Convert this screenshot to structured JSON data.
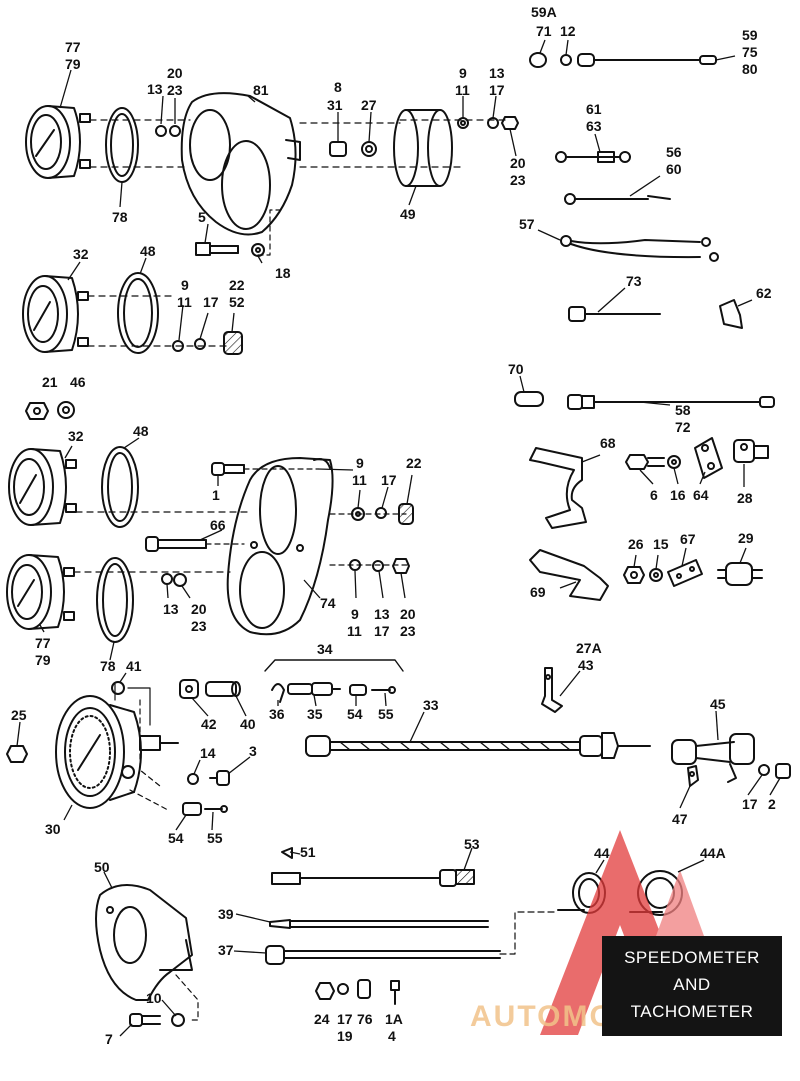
{
  "title": {
    "line1": "SPEEDOMETER",
    "line2": "AND",
    "line3": "TACHOMETER"
  },
  "watermark": {
    "text": "AUTOMOTO.UB"
  },
  "colors": {
    "line": "#111111",
    "title_bg": "#141414",
    "title_text": "#ffffff",
    "logo": "#e23b3b",
    "watermark": "#f2c38a"
  },
  "labels": [
    {
      "key": "l59A",
      "text": "59A"
    },
    {
      "key": "l71",
      "text": "71"
    },
    {
      "key": "l12a",
      "text": "12"
    },
    {
      "key": "l59",
      "text": "59"
    },
    {
      "key": "l75",
      "text": "75"
    },
    {
      "key": "l80",
      "text": "80"
    },
    {
      "key": "l77a",
      "text": "77"
    },
    {
      "key": "l79a",
      "text": "79"
    },
    {
      "key": "l13a",
      "text": "13"
    },
    {
      "key": "l20a",
      "text": "20"
    },
    {
      "key": "l23a",
      "text": "23"
    },
    {
      "key": "l81",
      "text": "81"
    },
    {
      "key": "l8",
      "text": "8"
    },
    {
      "key": "l31",
      "text": "31"
    },
    {
      "key": "l27",
      "text": "27"
    },
    {
      "key": "l9a",
      "text": "9"
    },
    {
      "key": "l11a",
      "text": "11"
    },
    {
      "key": "l13b",
      "text": "13"
    },
    {
      "key": "l17a",
      "text": "17"
    },
    {
      "key": "l20b",
      "text": "20"
    },
    {
      "key": "l23b",
      "text": "23"
    },
    {
      "key": "l78a",
      "text": "78"
    },
    {
      "key": "l49",
      "text": "49"
    },
    {
      "key": "l5",
      "text": "5"
    },
    {
      "key": "l18",
      "text": "18"
    },
    {
      "key": "l61",
      "text": "61"
    },
    {
      "key": "l63",
      "text": "63"
    },
    {
      "key": "l56",
      "text": "56"
    },
    {
      "key": "l60",
      "text": "60"
    },
    {
      "key": "l57",
      "text": "57"
    },
    {
      "key": "l32a",
      "text": "32"
    },
    {
      "key": "l48a",
      "text": "48"
    },
    {
      "key": "l9b",
      "text": "9"
    },
    {
      "key": "l11b",
      "text": "11"
    },
    {
      "key": "l17b",
      "text": "17"
    },
    {
      "key": "l22a",
      "text": "22"
    },
    {
      "key": "l52",
      "text": "52"
    },
    {
      "key": "l73",
      "text": "73"
    },
    {
      "key": "l62",
      "text": "62"
    },
    {
      "key": "l21",
      "text": "21"
    },
    {
      "key": "l46",
      "text": "46"
    },
    {
      "key": "l70",
      "text": "70"
    },
    {
      "key": "l58",
      "text": "58"
    },
    {
      "key": "l72",
      "text": "72"
    },
    {
      "key": "l32b",
      "text": "32"
    },
    {
      "key": "l48b",
      "text": "48"
    },
    {
      "key": "l9c",
      "text": "9"
    },
    {
      "key": "l11c",
      "text": "11"
    },
    {
      "key": "l17c",
      "text": "17"
    },
    {
      "key": "l22b",
      "text": "22"
    },
    {
      "key": "l1",
      "text": "1"
    },
    {
      "key": "l68",
      "text": "68"
    },
    {
      "key": "l6",
      "text": "6"
    },
    {
      "key": "l16",
      "text": "16"
    },
    {
      "key": "l64",
      "text": "64"
    },
    {
      "key": "l28",
      "text": "28"
    },
    {
      "key": "l66",
      "text": "66"
    },
    {
      "key": "l26",
      "text": "26"
    },
    {
      "key": "l15",
      "text": "15"
    },
    {
      "key": "l67",
      "text": "67"
    },
    {
      "key": "l29",
      "text": "29"
    },
    {
      "key": "l69",
      "text": "69"
    },
    {
      "key": "l13c",
      "text": "13"
    },
    {
      "key": "l20c",
      "text": "20"
    },
    {
      "key": "l23c",
      "text": "23"
    },
    {
      "key": "l74",
      "text": "74"
    },
    {
      "key": "l9d",
      "text": "9"
    },
    {
      "key": "l11d",
      "text": "11"
    },
    {
      "key": "l13d",
      "text": "13"
    },
    {
      "key": "l17d",
      "text": "17"
    },
    {
      "key": "l20d",
      "text": "20"
    },
    {
      "key": "l23d",
      "text": "23"
    },
    {
      "key": "l77b",
      "text": "77"
    },
    {
      "key": "l79b",
      "text": "79"
    },
    {
      "key": "l78b",
      "text": "78"
    },
    {
      "key": "l34",
      "text": "34"
    },
    {
      "key": "l27A",
      "text": "27A"
    },
    {
      "key": "l43",
      "text": "43"
    },
    {
      "key": "l41",
      "text": "41"
    },
    {
      "key": "l42",
      "text": "42"
    },
    {
      "key": "l40",
      "text": "40"
    },
    {
      "key": "l36",
      "text": "36"
    },
    {
      "key": "l35",
      "text": "35"
    },
    {
      "key": "l54a",
      "text": "54"
    },
    {
      "key": "l55a",
      "text": "55"
    },
    {
      "key": "l33",
      "text": "33"
    },
    {
      "key": "l45",
      "text": "45"
    },
    {
      "key": "l25",
      "text": "25"
    },
    {
      "key": "l14",
      "text": "14"
    },
    {
      "key": "l3",
      "text": "3"
    },
    {
      "key": "l30",
      "text": "30"
    },
    {
      "key": "l54b",
      "text": "54"
    },
    {
      "key": "l55b",
      "text": "55"
    },
    {
      "key": "l47",
      "text": "47"
    },
    {
      "key": "l17e",
      "text": "17"
    },
    {
      "key": "l2",
      "text": "2"
    },
    {
      "key": "l51",
      "text": "51"
    },
    {
      "key": "l53",
      "text": "53"
    },
    {
      "key": "l44",
      "text": "44"
    },
    {
      "key": "l44A",
      "text": "44A"
    },
    {
      "key": "l50",
      "text": "50"
    },
    {
      "key": "l39",
      "text": "39"
    },
    {
      "key": "l37",
      "text": "37"
    },
    {
      "key": "l10",
      "text": "10"
    },
    {
      "key": "l7",
      "text": "7"
    },
    {
      "key": "l24",
      "text": "24"
    },
    {
      "key": "l17f",
      "text": "17"
    },
    {
      "key": "l19",
      "text": "19"
    },
    {
      "key": "l76",
      "text": "76"
    },
    {
      "key": "l1A",
      "text": "1A"
    },
    {
      "key": "l4",
      "text": "4"
    }
  ]
}
